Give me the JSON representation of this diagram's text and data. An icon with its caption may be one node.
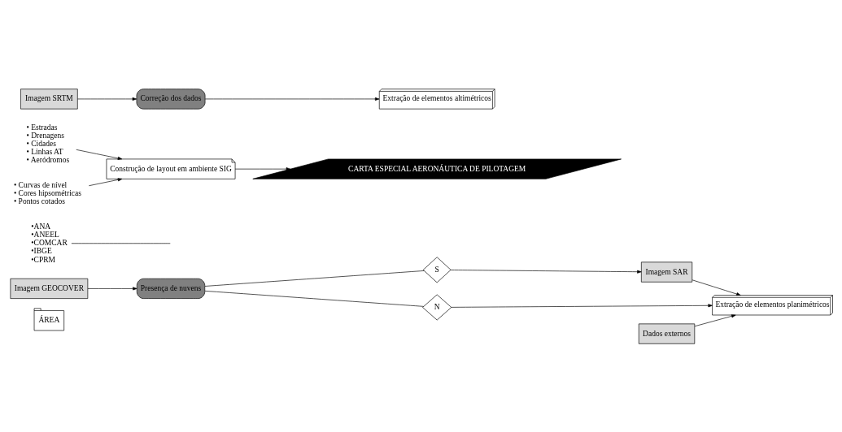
{
  "diagram": {
    "nodes": [
      {
        "text": [
          "ÁREA"
        ]
      },
      {
        "text": [
          "Imagem GEOCOVER"
        ]
      },
      {
        "text": [
          "Presença de nuvens"
        ]
      },
      {
        "text": [
          "S"
        ]
      },
      {
        "text": [
          "N"
        ]
      },
      {
        "text": [
          "Imagem SAR"
        ]
      },
      {
        "text": [
          "Dados externos"
        ]
      },
      {
        "text": [
          "•ANA",
          "•ANEEL",
          "•COMCAR",
          "•IBGE",
          "•CPRM"
        ]
      },
      {
        "text": [
          "Extração de elementos planimétricos"
        ]
      },
      {
        "text": [
          "• Estradas",
          "• Drenagens",
          "• Cidades",
          "• Linhas AT",
          "• Aeródromos"
        ]
      },
      {
        "text": [
          "Imagem SRTM"
        ]
      },
      {
        "text": [
          "Correção dos dados"
        ]
      },
      {
        "text": [
          "Extração de elementos altimétricos"
        ]
      },
      {
        "text": [
          "• Curvas de nível",
          "• Cores hipsométricas",
          "• Pontos cotados"
        ]
      },
      {
        "text": [
          "Construção de layout em ambiente SIG"
        ]
      },
      {
        "text": [
          "CARTA ESPECIAL AERONÁUTICA DE PILOTAGEM"
        ]
      }
    ],
    "edges": [
      {
        "from": 1,
        "to": 2,
        "arrow": "to"
      },
      {
        "from": 2,
        "to": 3,
        "arrow": "none"
      },
      {
        "from": 2,
        "to": 4,
        "arrow": "none"
      },
      {
        "from": 3,
        "to": 5,
        "arrow": "to"
      },
      {
        "from": 4,
        "to": 8,
        "arrow": "to"
      },
      {
        "from": 5,
        "to": 8,
        "arrow": "to"
      },
      {
        "from": 6,
        "to": 8,
        "arrow": "to"
      },
      {
        "from": 7,
        "to": null,
        "arrow": "none"
      },
      {
        "from": 9,
        "to": 14,
        "arrow": "to"
      },
      {
        "from": 10,
        "to": 11,
        "arrow": "to"
      },
      {
        "from": 11,
        "to": 12,
        "arrow": "to"
      },
      {
        "from": 13,
        "to": 14,
        "arrow": "to"
      },
      {
        "from": 14,
        "to": 15,
        "arrow": "to"
      }
    ]
  }
}
